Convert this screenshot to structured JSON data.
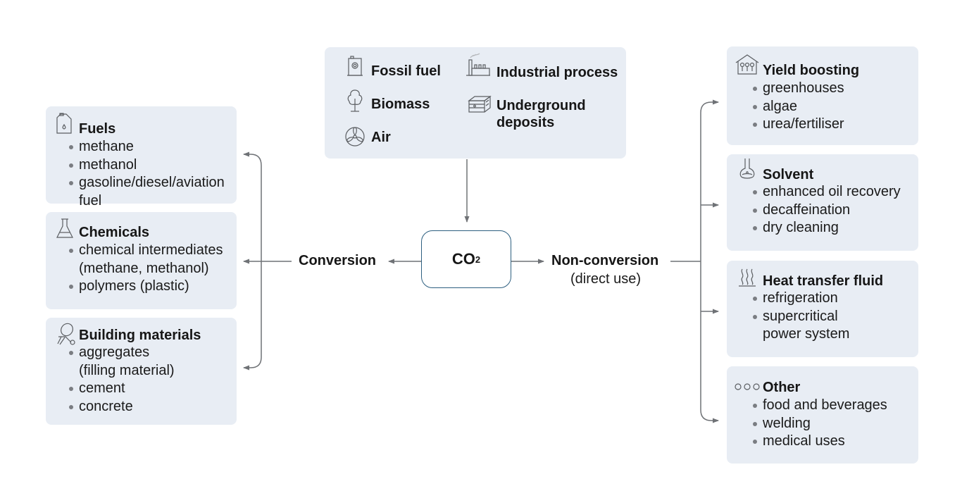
{
  "sources": {
    "items": [
      {
        "label": "Fossil fuel",
        "icon": "fuel-barrel-icon"
      },
      {
        "label": "Biomass",
        "icon": "tree-icon"
      },
      {
        "label": "Air",
        "icon": "fan-icon"
      },
      {
        "label": "Industrial process",
        "icon": "factory-icon"
      },
      {
        "label": "Underground deposits",
        "line1": "Underground",
        "line2": "deposits",
        "icon": "rock-strata-icon"
      }
    ]
  },
  "center": {
    "label_main": "CO",
    "label_sub": "2"
  },
  "conversion": {
    "label": "Conversion",
    "categories": [
      {
        "title": "Fuels",
        "icon": "fuel-canister-icon",
        "items": [
          "methane",
          "methanol",
          "gasoline/diesel/aviation",
          "fuel"
        ]
      },
      {
        "title": "Chemicals",
        "icon": "flask-icon",
        "items": [
          "chemical intermediates",
          "(methane, methanol)",
          "polymers (plastic)"
        ]
      },
      {
        "title": "Building materials",
        "icon": "cement-mixer-icon",
        "items": [
          "aggregates",
          "(filling material)",
          "cement",
          "concrete"
        ]
      }
    ]
  },
  "non_conversion": {
    "label": "Non-conversion",
    "sublabel": "(direct use)",
    "categories": [
      {
        "title": "Yield boosting",
        "icon": "greenhouse-icon",
        "items": [
          "greenhouses",
          "algae",
          "urea/fertiliser"
        ]
      },
      {
        "title": "Solvent",
        "icon": "round-flask-icon",
        "items": [
          "enhanced oil recovery",
          "decaffeination",
          "dry cleaning"
        ]
      },
      {
        "title": "Heat transfer fluid",
        "icon": "heat-waves-icon",
        "items": [
          "refrigeration",
          "supercritical",
          "power system"
        ]
      },
      {
        "title": "Other",
        "icon": "three-dots-icon",
        "items": [
          "food and beverages",
          "welding",
          "medical uses"
        ]
      }
    ]
  },
  "colors": {
    "box_bg": "#e8edf4",
    "co2_border": "#2d5f80",
    "connector": "#6f7276",
    "text": "#161616"
  }
}
